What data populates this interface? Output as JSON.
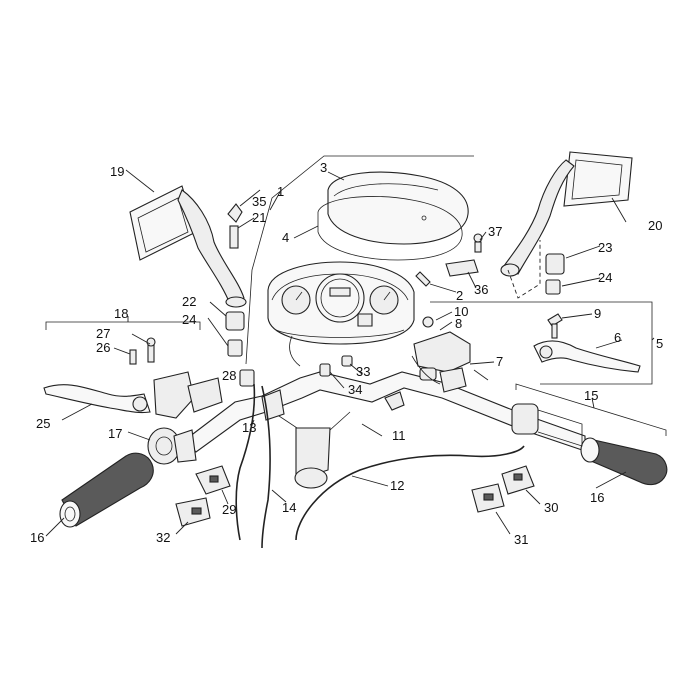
{
  "callouts": {
    "c1": "1",
    "c2": "2",
    "c3": "3",
    "c4": "4",
    "c5": "5",
    "c6": "6",
    "c7": "7",
    "c8": "8",
    "c9": "9",
    "c10": "10",
    "c11": "11",
    "c12": "12",
    "c13": "13",
    "c14": "14",
    "c15": "15",
    "c16a": "16",
    "c16b": "16",
    "c17": "17",
    "c18": "18",
    "c19": "19",
    "c20": "20",
    "c21": "21",
    "c22": "22",
    "c23": "23",
    "c24a": "24",
    "c24b": "24",
    "c25": "25",
    "c26": "26",
    "c27": "27",
    "c28": "28",
    "c29": "29",
    "c30": "30",
    "c31": "31",
    "c32": "32",
    "c33": "33",
    "c34": "34",
    "c35": "35",
    "c36": "36",
    "c37": "37"
  },
  "colors": {
    "line": "#222222",
    "fill": "#eeeeee",
    "grip": "#5a5a5a",
    "background": "#ffffff"
  }
}
